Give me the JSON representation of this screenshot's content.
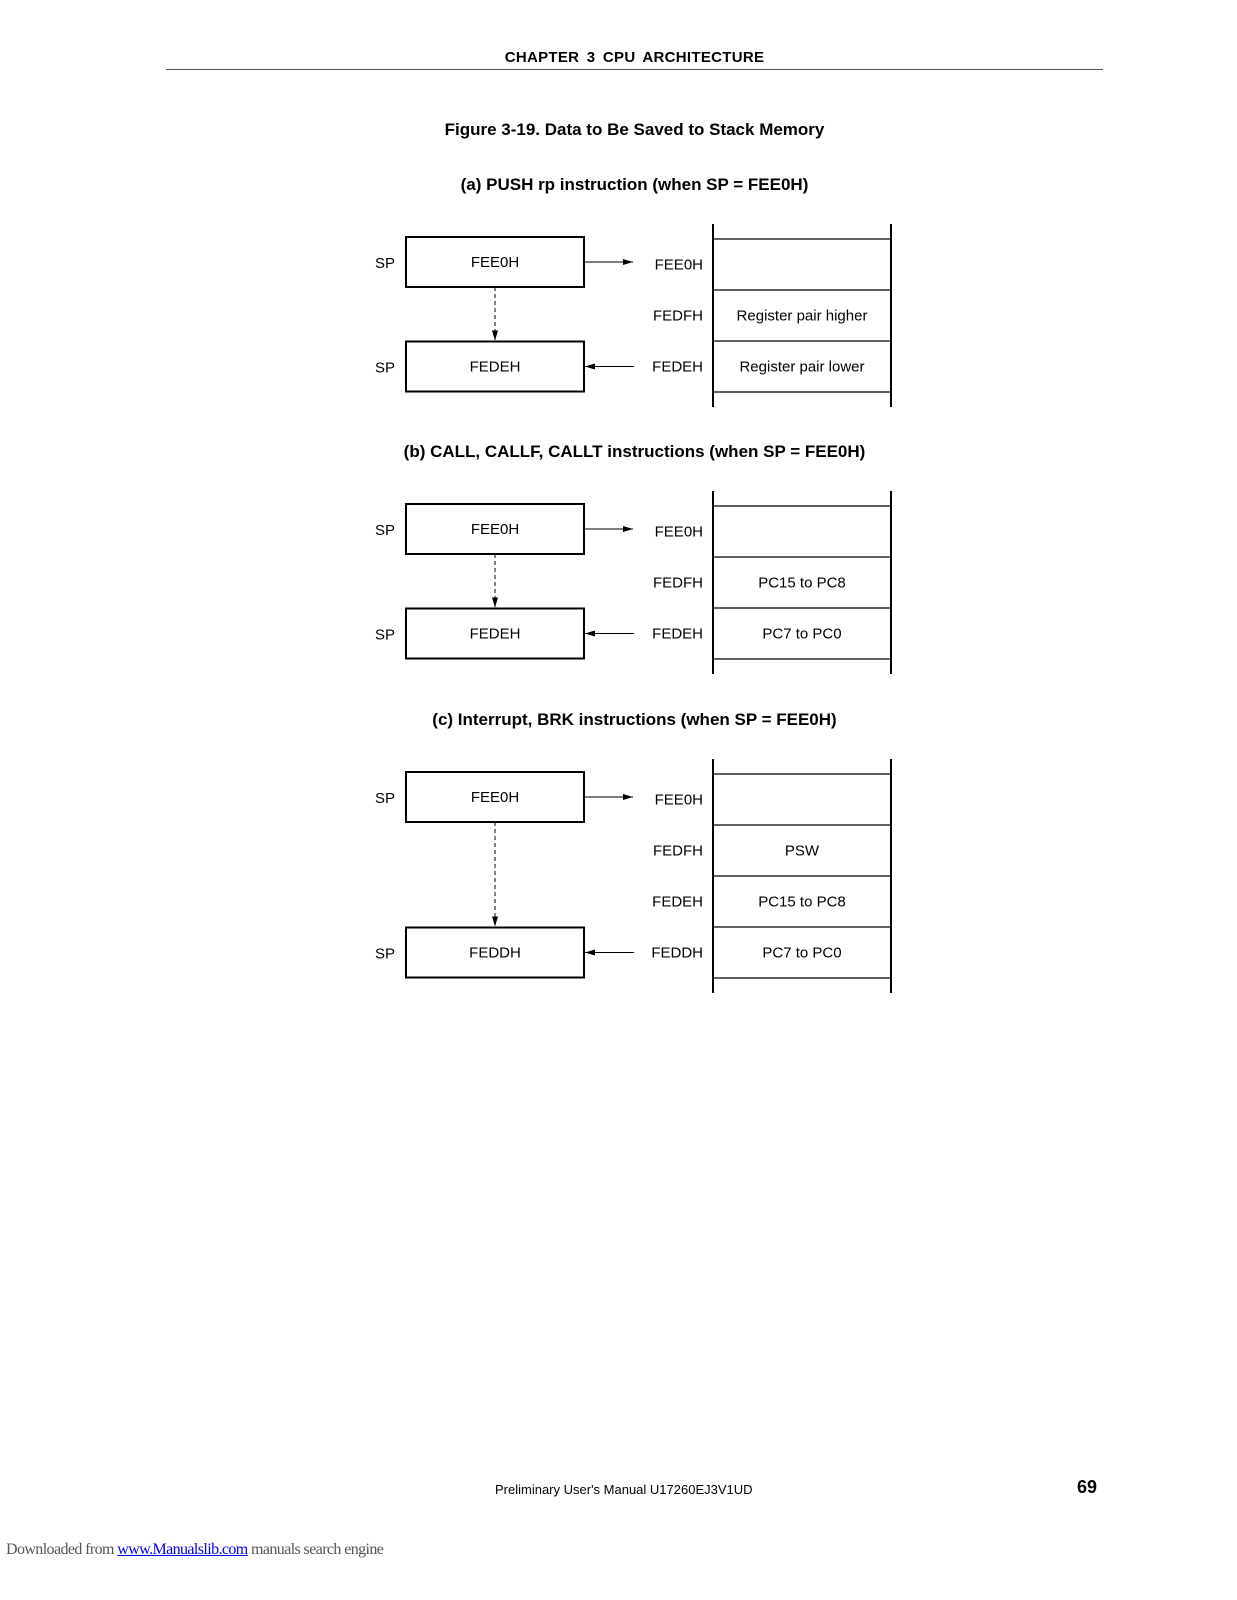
{
  "header": {
    "chapter": "CHAPTER  3   CPU  ARCHITECTURE"
  },
  "figure": {
    "title": "Figure 3-19.  Data to Be Saved to Stack Memory",
    "parts": [
      {
        "title": "(a)  PUSH rp instruction (when SP = FEE0H)",
        "sp_label": "SP",
        "sp_before": "FEE0H",
        "sp_after": "FEDEH",
        "stack": [
          {
            "addr": "FEE0H",
            "content": ""
          },
          {
            "addr": "FEDFH",
            "content": "Register pair higher"
          },
          {
            "addr": "FEDEH",
            "content": "Register pair lower"
          }
        ]
      },
      {
        "title": "(b)  CALL, CALLF, CALLT instructions (when SP = FEE0H)",
        "sp_label": "SP",
        "sp_before": "FEE0H",
        "sp_after": "FEDEH",
        "stack": [
          {
            "addr": "FEE0H",
            "content": ""
          },
          {
            "addr": "FEDFH",
            "content": "PC15 to PC8"
          },
          {
            "addr": "FEDEH",
            "content": "PC7 to PC0"
          }
        ]
      },
      {
        "title": "(c)  Interrupt, BRK instructions (when SP = FEE0H)",
        "sp_label": "SP",
        "sp_before": "FEE0H",
        "sp_after": "FEDDH",
        "stack": [
          {
            "addr": "FEE0H",
            "content": ""
          },
          {
            "addr": "FEDFH",
            "content": "PSW"
          },
          {
            "addr": "FEDEH",
            "content": "PC15 to PC8"
          },
          {
            "addr": "FEDDH",
            "content": "PC7 to PC0"
          }
        ]
      }
    ]
  },
  "footer": {
    "manual": "Preliminary User's Manual  U17260EJ3V1UD",
    "page": "69"
  },
  "download_bar": {
    "prefix": "Downloaded from ",
    "link": "www.Manualslib.com",
    "suffix": "  manuals search engine"
  }
}
